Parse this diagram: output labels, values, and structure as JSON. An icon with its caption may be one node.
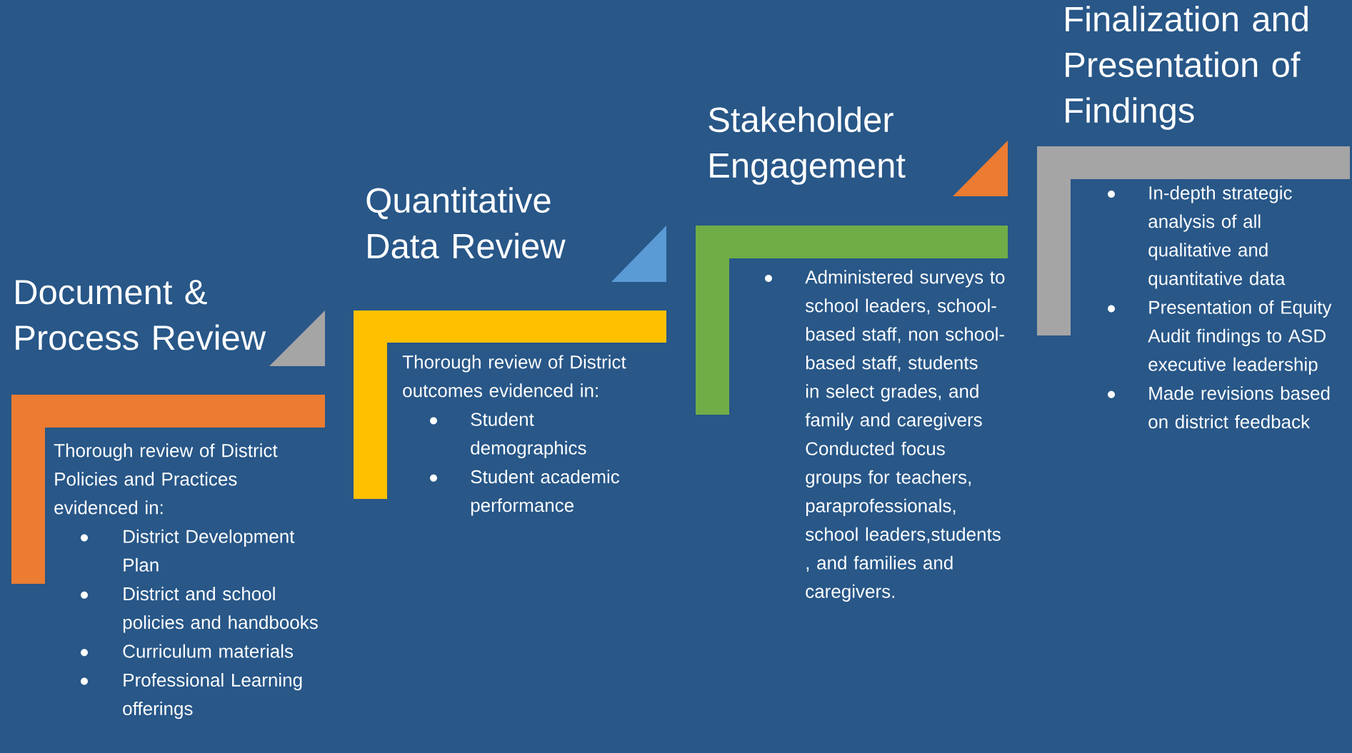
{
  "diagram": {
    "nodes": [
      {
        "text": [
          "Document & Process Review",
          "Thorough review of District Policies and Practices evidenced in:",
          "District Development Plan",
          "District and school policies and handbooks",
          "Curriculum materials",
          "Professional Learning offerings"
        ]
      },
      {
        "text": [
          "Quantitative Data Review",
          "Thorough review of District outcomes evidenced in:",
          "Student demographics",
          "Student academic performance"
        ]
      },
      {
        "text": [
          "Stakeholder Engagement",
          "Administered surveys to school leaders, school-based staff, non school-based staff, students in select grades, and family and caregivers",
          "Conducted focus groups for teachers, paraprofessionals, school leaders,students , and families and caregivers."
        ]
      },
      {
        "text": [
          "Finalization and Presentation of Findings",
          "In-depth strategic analysis of all qualitative and quantitative data",
          "Presentation of Equity Audit findings to ASD executive leadership",
          "Made revisions based on district feedback"
        ]
      }
    ]
  }
}
